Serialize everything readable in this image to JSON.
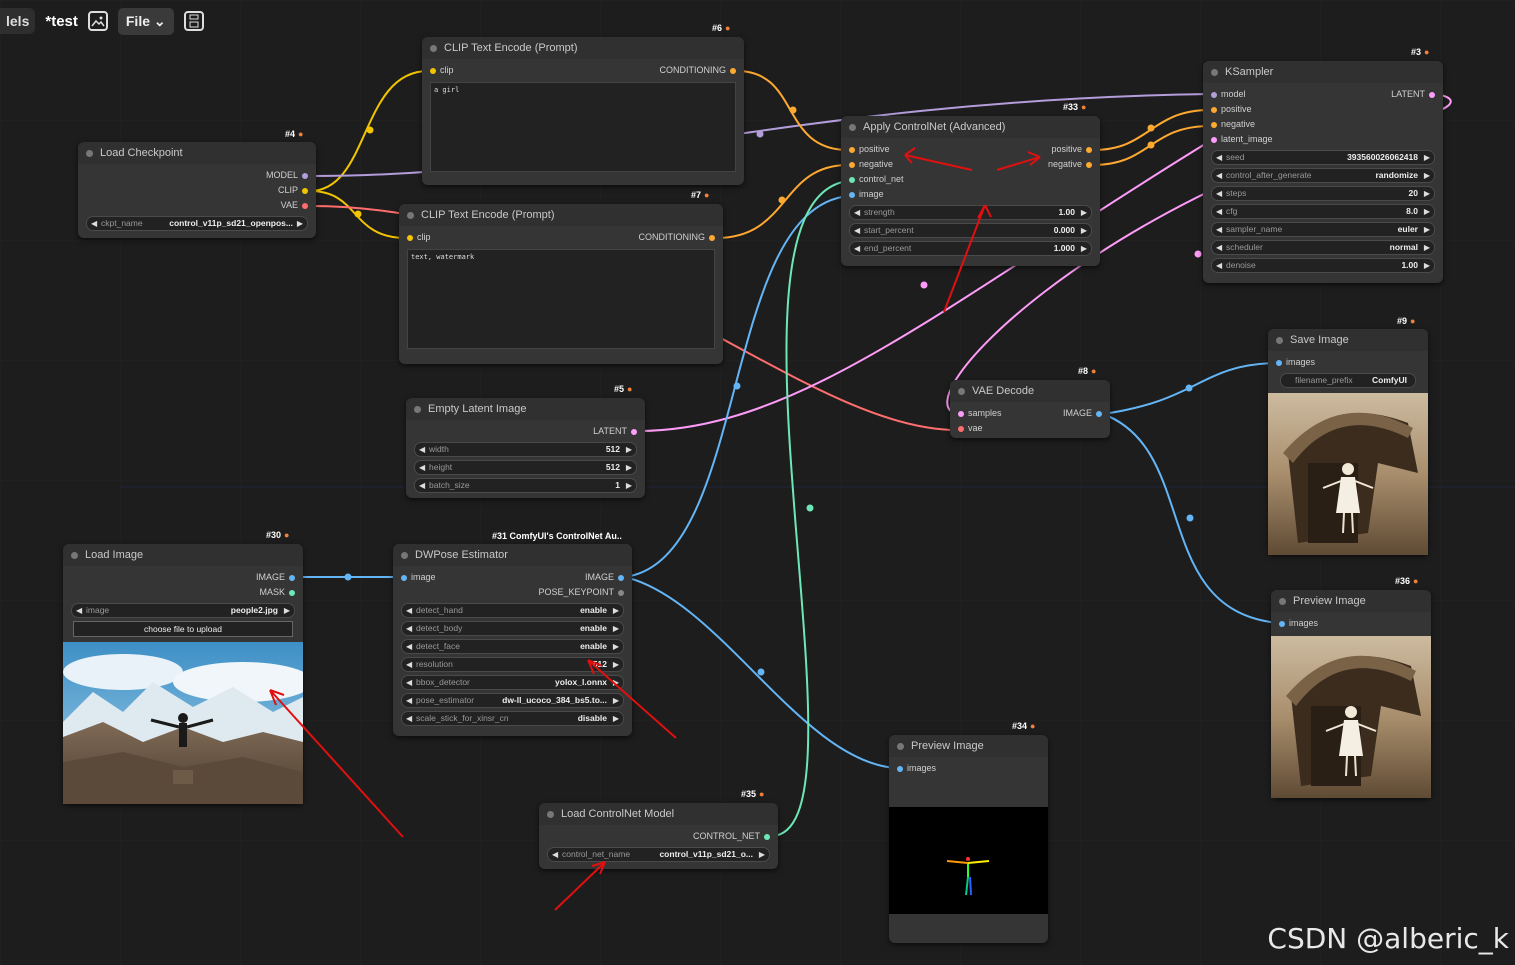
{
  "topbar": {
    "tab": "lels",
    "title": "*test",
    "file_label": "File"
  },
  "watermark": "CSDN @alberic_k",
  "colors": {
    "model": "#b39ddb",
    "clip": "#f2c500",
    "vae": "#ff6e6e",
    "conditioning": "#ffa931",
    "latent": "#ff9cf9",
    "image": "#64b5f6",
    "control_net": "#6ee7b7"
  },
  "nodes": {
    "load_checkpoint": {
      "id": "#4",
      "title": "Load Checkpoint",
      "outputs": [
        "MODEL",
        "CLIP",
        "VAE"
      ],
      "widget": {
        "label": "ckpt_name",
        "value": "control_v11p_sd21_openpos..."
      }
    },
    "clip_pos": {
      "id": "#6",
      "title": "CLIP Text Encode (Prompt)",
      "input": "clip",
      "output": "CONDITIONING",
      "text": "a girl"
    },
    "clip_neg": {
      "id": "#7",
      "title": "CLIP Text Encode (Prompt)",
      "input": "clip",
      "output": "CONDITIONING",
      "text": "text, watermark"
    },
    "apply_controlnet": {
      "id": "#33",
      "title": "Apply ControlNet (Advanced)",
      "inputs": [
        "positive",
        "negative",
        "control_net",
        "image"
      ],
      "outputs": [
        "positive",
        "negative"
      ],
      "widgets": [
        {
          "label": "strength",
          "value": "1.00"
        },
        {
          "label": "start_percent",
          "value": "0.000"
        },
        {
          "label": "end_percent",
          "value": "1.000"
        }
      ]
    },
    "ksampler": {
      "id": "#3",
      "title": "KSampler",
      "inputs": [
        "model",
        "positive",
        "negative",
        "latent_image"
      ],
      "output": "LATENT",
      "widgets": [
        {
          "label": "seed",
          "value": "393560026062418"
        },
        {
          "label": "control_after_generate",
          "value": "randomize"
        },
        {
          "label": "steps",
          "value": "20"
        },
        {
          "label": "cfg",
          "value": "8.0"
        },
        {
          "label": "sampler_name",
          "value": "euler"
        },
        {
          "label": "scheduler",
          "value": "normal"
        },
        {
          "label": "denoise",
          "value": "1.00"
        }
      ]
    },
    "empty_latent": {
      "id": "#5",
      "title": "Empty Latent Image",
      "output": "LATENT",
      "widgets": [
        {
          "label": "width",
          "value": "512"
        },
        {
          "label": "height",
          "value": "512"
        },
        {
          "label": "batch_size",
          "value": "1"
        }
      ]
    },
    "vae_decode": {
      "id": "#8",
      "title": "VAE Decode",
      "inputs": [
        "samples",
        "vae"
      ],
      "output": "IMAGE"
    },
    "save_image": {
      "id": "#9",
      "title": "Save Image",
      "input": "images",
      "widget": {
        "label": "filename_prefix",
        "value": "ComfyUI"
      }
    },
    "preview_36": {
      "id": "#36",
      "title": "Preview Image",
      "input": "images"
    },
    "load_image": {
      "id": "#30",
      "title": "Load Image",
      "outputs": [
        "IMAGE",
        "MASK"
      ],
      "widget": {
        "label": "image",
        "value": "people2.jpg"
      },
      "upload_label": "choose file to upload"
    },
    "dwpose": {
      "id": "#31 ComfyUI's ControlNet Au..",
      "title": "DWPose Estimator",
      "input": "image",
      "outputs": [
        "IMAGE",
        "POSE_KEYPOINT"
      ],
      "widgets": [
        {
          "label": "detect_hand",
          "value": "enable"
        },
        {
          "label": "detect_body",
          "value": "enable"
        },
        {
          "label": "detect_face",
          "value": "enable"
        },
        {
          "label": "resolution",
          "value": "512"
        },
        {
          "label": "bbox_detector",
          "value": "yolox_l.onnx"
        },
        {
          "label": "pose_estimator",
          "value": "dw-ll_ucoco_384_bs5.to..."
        },
        {
          "label": "scale_stick_for_xinsr_cn",
          "value": "disable"
        }
      ]
    },
    "preview_34": {
      "id": "#34",
      "title": "Preview Image",
      "input": "images"
    },
    "load_controlnet": {
      "id": "#35",
      "title": "Load ControlNet Model",
      "output": "CONTROL_NET",
      "widget": {
        "label": "control_net_name",
        "value": "control_v11p_sd21_o..."
      }
    }
  }
}
